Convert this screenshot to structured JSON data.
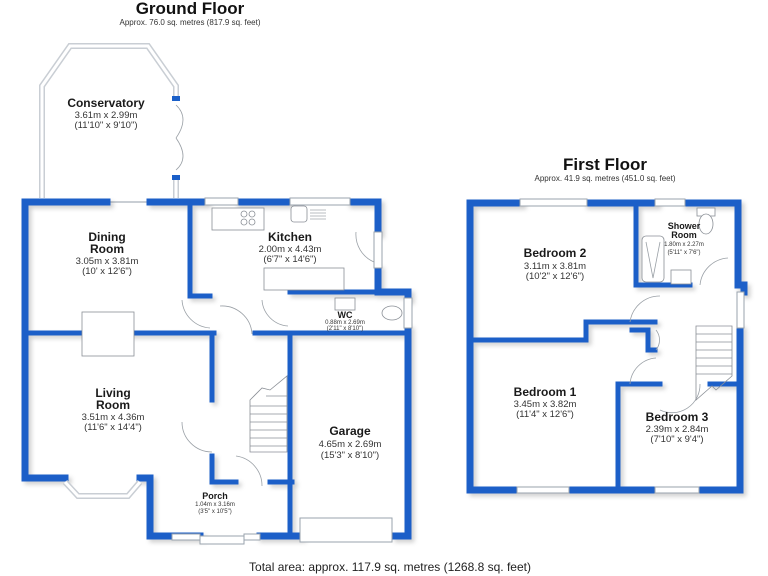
{
  "ground_floor": {
    "title": "Ground Floor",
    "area": "Approx. 76.0 sq. metres (817.9 sq. feet)",
    "rooms": [
      {
        "name": "Conservatory",
        "metric": "3.61m x 2.99m",
        "imperial": "(11'10\" x 9'10\")"
      },
      {
        "name_line1": "Dining",
        "name_line2": "Room",
        "metric": "3.05m x 3.81m",
        "imperial": "(10' x 12'6\")"
      },
      {
        "name": "Kitchen",
        "metric": "2.00m x 4.43m",
        "imperial": "(6'7\" x 14'6\")"
      },
      {
        "name": "WC",
        "metric": "0.88m x 2.69m",
        "imperial": "(2'11\" x 8'10\")"
      },
      {
        "name_line1": "Living",
        "name_line2": "Room",
        "metric": "3.51m x 4.36m",
        "imperial": "(11'6\" x 14'4\")"
      },
      {
        "name": "Garage",
        "metric": "4.65m x 2.69m",
        "imperial": "(15'3\" x 8'10\")"
      },
      {
        "name": "Porch",
        "metric": "1.04m x 3.16m",
        "imperial": "(3'5\" x 10'5\")"
      }
    ]
  },
  "first_floor": {
    "title": "First Floor",
    "area": "Approx. 41.9 sq. metres (451.0 sq. feet)",
    "rooms": [
      {
        "name": "Bedroom 2",
        "metric": "3.11m x 3.81m",
        "imperial": "(10'2\" x 12'6\")"
      },
      {
        "name_line1": "Shower",
        "name_line2": "Room",
        "metric": "1.80m x 2.27m",
        "imperial": "(5'11\" x 7'6\")"
      },
      {
        "name": "Bedroom 1",
        "metric": "3.45m x 3.82m",
        "imperial": "(11'4\" x 12'6\")"
      },
      {
        "name": "Bedroom 3",
        "metric": "2.39m x 2.84m",
        "imperial": "(7'10\" x 9'4\")"
      }
    ]
  },
  "total_area": "Total area: approx. 117.9 sq. metres (1268.8 sq. feet)",
  "colors": {
    "wall": "#1a5fc8",
    "window": "#9aa3ad"
  }
}
